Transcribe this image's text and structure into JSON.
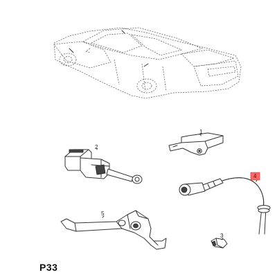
{
  "diagram": {
    "plate_label": "P33",
    "callouts": [
      {
        "id": "1",
        "label": "1"
      },
      {
        "id": "2",
        "label": "2"
      },
      {
        "id": "3",
        "label": "3"
      },
      {
        "id": "4",
        "label": "4",
        "highlight_color": "#ff6666"
      },
      {
        "id": "5",
        "label": "5"
      }
    ],
    "parts": [
      {
        "id": "1",
        "icon": "brake-light-switch-bracket-icon"
      },
      {
        "id": "2",
        "icon": "brake-light-switch-icon"
      },
      {
        "id": "3",
        "icon": "clip-icon"
      },
      {
        "id": "4",
        "icon": "wiring-harness-connector-icon"
      },
      {
        "id": "5",
        "icon": "pedal-bracket-icon"
      }
    ],
    "vehicle_icon": "sedan-car-outline-icon"
  }
}
